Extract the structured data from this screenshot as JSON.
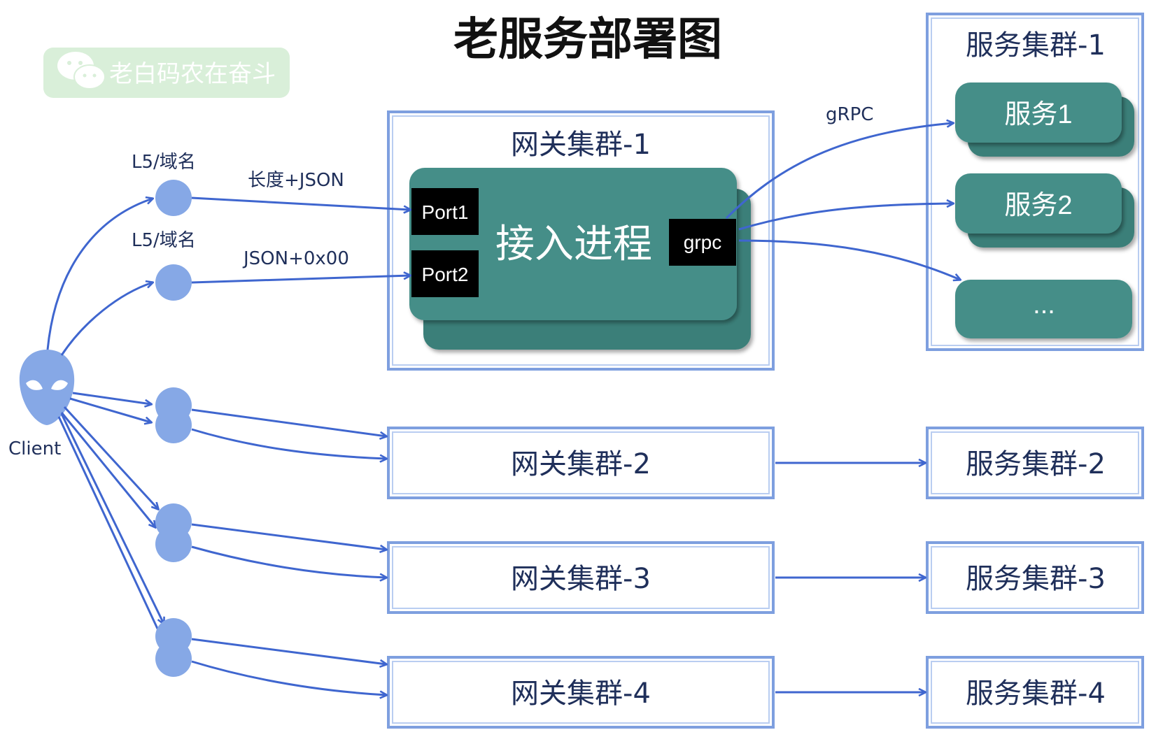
{
  "title": "老服务部署图",
  "watermark": "老白码农在奋斗",
  "client_label": "Client",
  "dns_labels": [
    "L5/域名",
    "L5/域名"
  ],
  "edge_labels": {
    "port1_protocol": "长度+JSON",
    "port2_protocol": "JSON+0x00",
    "grpc_protocol": "gRPC"
  },
  "gateway_clusters": [
    "网关集群-1",
    "网关集群-2",
    "网关集群-3",
    "网关集群-4"
  ],
  "service_clusters": [
    "服务集群-1",
    "服务集群-2",
    "服务集群-3",
    "服务集群-4"
  ],
  "access_process": {
    "label": "接入进程",
    "ports": [
      "Port1",
      "Port2"
    ],
    "grpc": "grpc"
  },
  "services": [
    "服务1",
    "服务2",
    "..."
  ],
  "colors": {
    "edge": "#3f66cf",
    "node": "#86a8e6",
    "teal": "#458e88",
    "frame": "#7e9fdf",
    "watermark_bg": "#d9efd9",
    "port_bg": "#000000"
  },
  "icons": {
    "client": "alien-head-icon",
    "watermark": "wechat-icon"
  }
}
